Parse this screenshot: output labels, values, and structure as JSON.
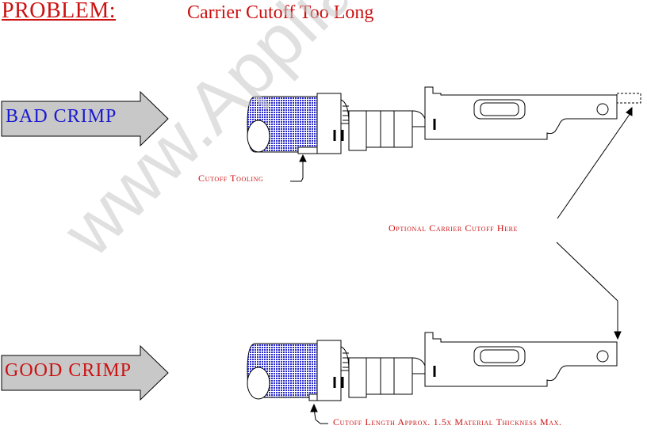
{
  "header": {
    "problem_label": "PROBLEM:",
    "title": "Carrier Cutoff Too Long"
  },
  "bad_arrow": {
    "label": "BAD  CRIMP"
  },
  "good_arrow": {
    "label": "GOOD  CRIMP"
  },
  "callouts": {
    "cutoff_tooling": "Cutoff Tooling",
    "optional_cutoff": "Optional Carrier Cutoff Here",
    "cutoff_length": "Cutoff Length Approx. 1.5x Material Thickness Max."
  },
  "watermark": "www.Appliantology.org",
  "colors": {
    "accent_red": "#cc1111",
    "bad_blue": "#1a1ad0",
    "arrow_fill": "#c8c8c8",
    "wire_blue": "#2a2acc"
  }
}
